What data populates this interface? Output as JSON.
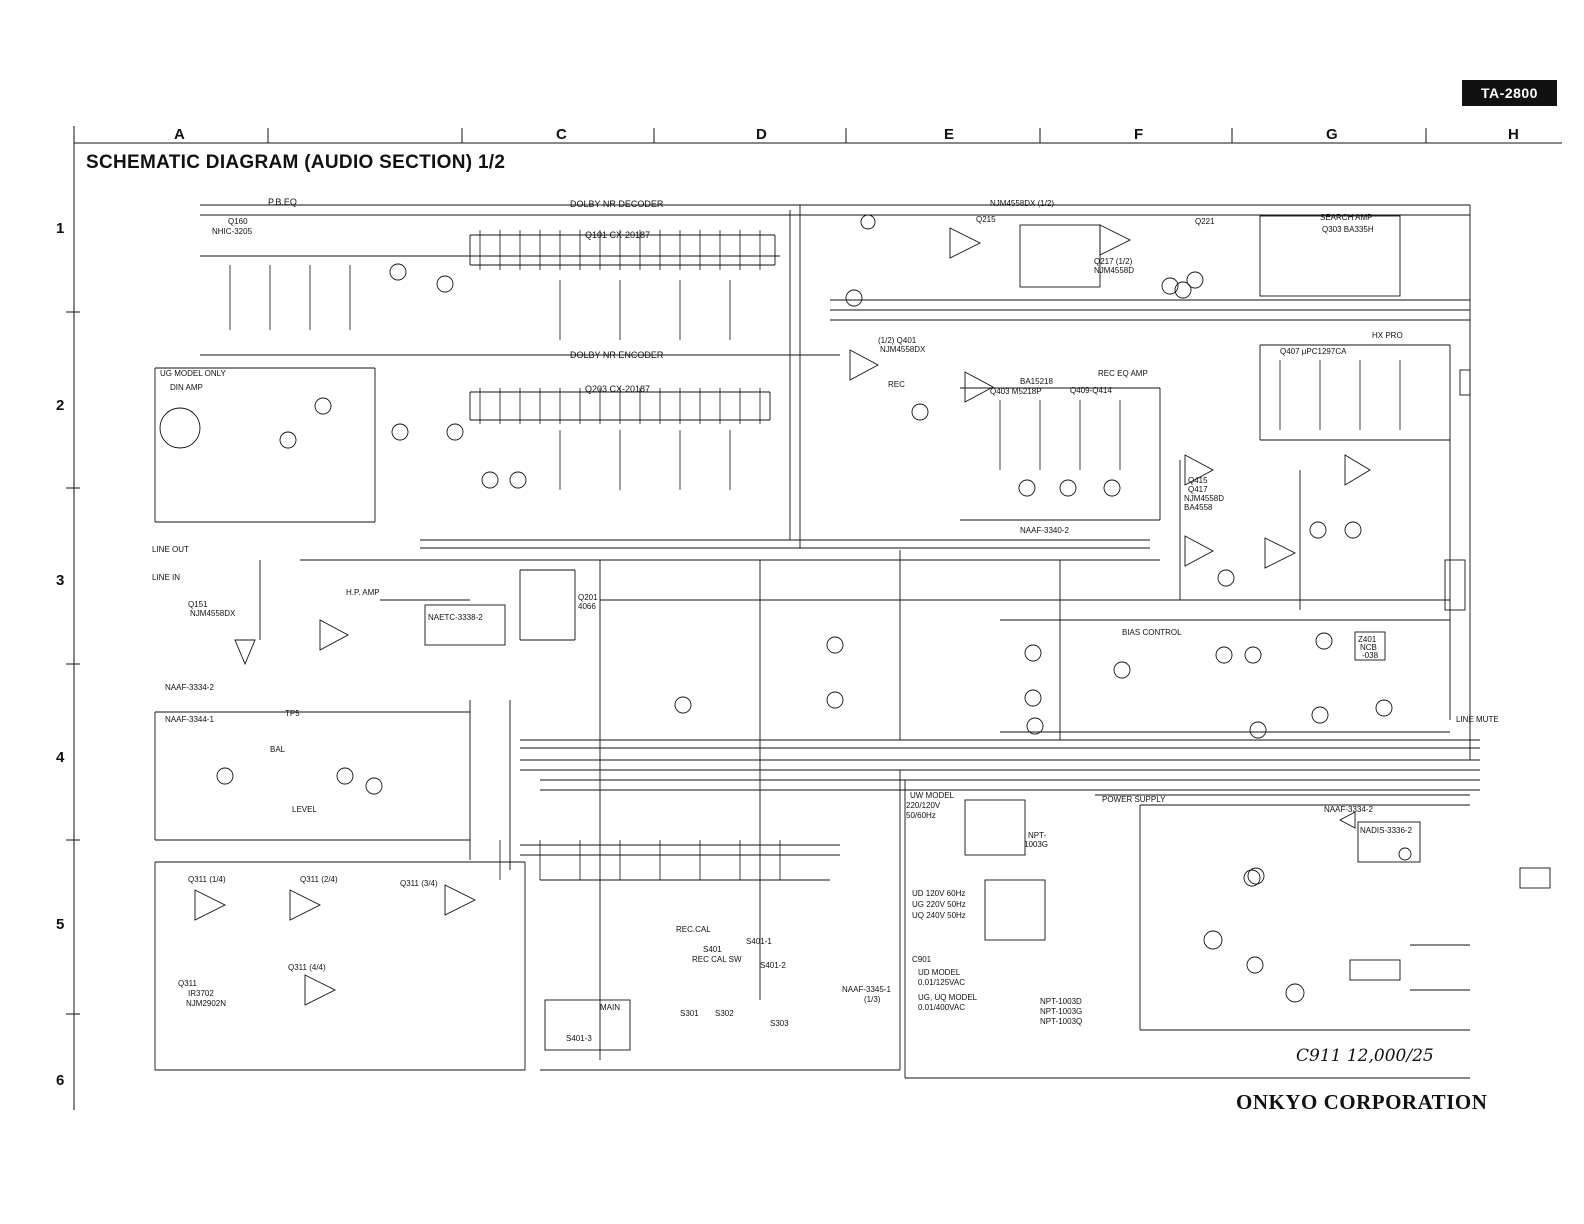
{
  "header": {
    "model": "TA-2800",
    "title": "SCHEMATIC DIAGRAM (AUDIO SECTION) 1/2",
    "corporation": "ONKYO CORPORATION"
  },
  "grid": {
    "columns": [
      "A",
      "C",
      "D",
      "E",
      "F",
      "G",
      "H"
    ],
    "rows": [
      "1",
      "2",
      "3",
      "4",
      "5",
      "6"
    ]
  },
  "blocks": {
    "pb_eq": "P.B.EQ",
    "dolby_decoder": "DOLBY NR DECODER",
    "dolby_encoder": "DOLBY NR ENCODER",
    "q101": "Q101 CX-20187",
    "q203": "Q203 CX-20187",
    "q160": "Q160",
    "q160_part": "NHIC-3205",
    "ug_model": "UG MODEL ONLY",
    "din_amp": "DIN AMP",
    "line_out": "LINE OUT",
    "line_in": "LINE IN",
    "q151": "Q151",
    "q151_part": "NJM4558DX",
    "hp_amp": "H.P. AMP",
    "naaf_3334_2": "NAAF-3334-2",
    "naaf_3344_1": "NAAF-3344-1",
    "naetc_3338_2": "NAETC-3338-2",
    "tp5": "TP5",
    "bal": "BAL",
    "level": "LEVEL",
    "q201": "Q201",
    "q201_part": "4066",
    "njm4558dx_half": "NJM4558DX (1/2)",
    "q215": "Q215",
    "q217": "Q217 (1/2)",
    "q217_part": "NJM4558D",
    "q221": "Q221",
    "search_amp": "SEARCH AMP",
    "q303": "Q303 BA335H",
    "hx_pro": "HX PRO",
    "q407": "Q407 μPC1297CA",
    "q401": "(1/2) Q401",
    "q401_part": "NJM4558DX",
    "rec": "REC",
    "q403": "Q403 M5218P",
    "ba15218": "BA15218",
    "rec_eq_amp": "REC EQ AMP",
    "q409_q414": "Q409-Q414",
    "naaf_3340_2": "NAAF-3340-2",
    "q415": "Q415",
    "q417": "Q417",
    "q415_part": "NJM4558D",
    "ba4558": "BA4558",
    "bias_control": "BIAS CONTROL",
    "z401": "Z401",
    "z401_part": "NCB",
    "z401_no": "-038",
    "line_mute": "LINE MUTE",
    "power_supply": "POWER SUPPLY",
    "uw_model": "UW MODEL",
    "uw_voltage": "220/120V",
    "uw_freq": "50/60Hz",
    "npt": "NPT-",
    "npt_no": "1003G",
    "ud_lines": [
      "UD 120V 60Hz",
      "UG 220V 50Hz",
      "UQ 240V 50Hz"
    ],
    "c901": "C901",
    "c901_ud": "UD MODEL",
    "c901_ud_val": "0.01/125VAC",
    "c901_ug": "UG, UQ MODEL",
    "c901_ug_val": "0.01/400VAC",
    "npt_list": [
      "NPT-1003D",
      "NPT-1003G",
      "NPT-1003Q"
    ],
    "naaf_3334_2b": "NAAF-3334-2",
    "nadis": "NADIS-3336-2",
    "q311_1": "Q311 (1/4)",
    "q311_2": "Q311 (2/4)",
    "q311_3": "Q311 (3/4)",
    "q311_4": "Q311 (4/4)",
    "q311": "Q311",
    "q311_part1": "IR3702",
    "q311_part2": "NJM2902N",
    "rec_cal": "REC.CAL",
    "s401": "S401",
    "s401_label": "REC CAL SW",
    "s401_1": "S401-1",
    "s401_2": "S401-2",
    "s401_3": "S401-3",
    "naaf_3345_1": "NAAF-3345-1",
    "naaf_3345_frac": "(1/3)",
    "main": "MAIN",
    "s301": "S301",
    "s302": "S302",
    "s303": "S303",
    "handwriting": "C911 12,000/25"
  }
}
